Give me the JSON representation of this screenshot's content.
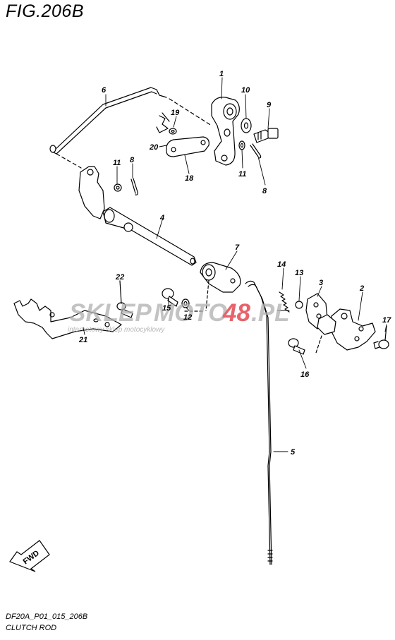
{
  "figure_title": "FIG.206B",
  "figure_code": "DF20A_P01_015_206B",
  "figure_name": "CLUTCH ROD",
  "watermark": {
    "brand_part1": "SKLEP",
    "brand_part2": "MOTO",
    "brand_part3": "48",
    "brand_part4": ".PL",
    "subtitle": "internetowy sklep motocyklowy",
    "accent_color": "#e0303a",
    "gray_color": "#b0b0b0"
  },
  "fwd_label": "FWD",
  "callouts": [
    {
      "id": "c1",
      "label": "1"
    },
    {
      "id": "c2",
      "label": "2"
    },
    {
      "id": "c3",
      "label": "3"
    },
    {
      "id": "c4",
      "label": "4"
    },
    {
      "id": "c5",
      "label": "5"
    },
    {
      "id": "c6",
      "label": "6"
    },
    {
      "id": "c7",
      "label": "7"
    },
    {
      "id": "c8a",
      "label": "8"
    },
    {
      "id": "c8b",
      "label": "8"
    },
    {
      "id": "c9",
      "label": "9"
    },
    {
      "id": "c10",
      "label": "10"
    },
    {
      "id": "c11a",
      "label": "11"
    },
    {
      "id": "c11b",
      "label": "11"
    },
    {
      "id": "c12",
      "label": "12"
    },
    {
      "id": "c13",
      "label": "13"
    },
    {
      "id": "c14",
      "label": "14"
    },
    {
      "id": "c15",
      "label": "15"
    },
    {
      "id": "c16",
      "label": "16"
    },
    {
      "id": "c17",
      "label": "17"
    },
    {
      "id": "c18",
      "label": "18"
    },
    {
      "id": "c19",
      "label": "19"
    },
    {
      "id": "c20",
      "label": "20"
    },
    {
      "id": "c21",
      "label": "21"
    },
    {
      "id": "c22",
      "label": "22"
    }
  ]
}
